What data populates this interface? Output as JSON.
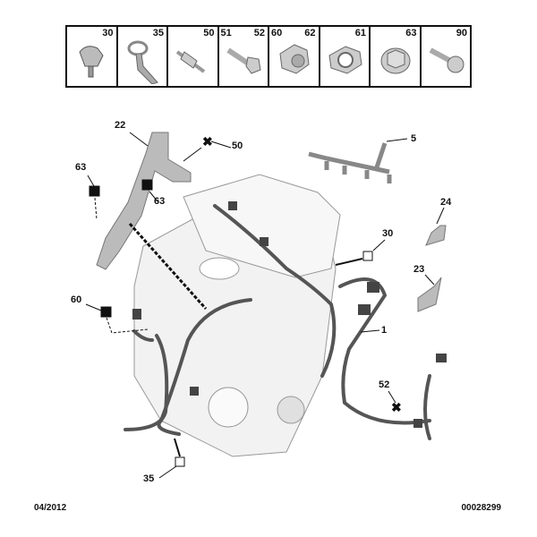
{
  "parts_strip": [
    {
      "refs": [
        "30"
      ],
      "icon": "hose-clip-icon"
    },
    {
      "refs": [
        "35"
      ],
      "icon": "strap-clip-icon"
    },
    {
      "refs": [
        "50"
      ],
      "icon": "stud-icon"
    },
    {
      "refs": [
        "51",
        "52"
      ],
      "icon": "bolt-icon"
    },
    {
      "refs": [
        "60",
        "62"
      ],
      "icon": "cap-nut-icon"
    },
    {
      "refs": [
        "61"
      ],
      "icon": "hex-nut-icon"
    },
    {
      "refs": [
        "63"
      ],
      "icon": "flange-nut-icon"
    },
    {
      "refs": [
        "90"
      ],
      "icon": "flange-bolt-icon"
    }
  ],
  "callouts": {
    "c22": "22",
    "c50": "50",
    "c5": "5",
    "c63a": "63",
    "c63b": "63",
    "c24": "24",
    "c30": "30",
    "c23": "23",
    "c60": "60",
    "c1": "1",
    "c52": "52",
    "c35": "35"
  },
  "footer": {
    "date": "04/2012",
    "ref": "00028299"
  }
}
